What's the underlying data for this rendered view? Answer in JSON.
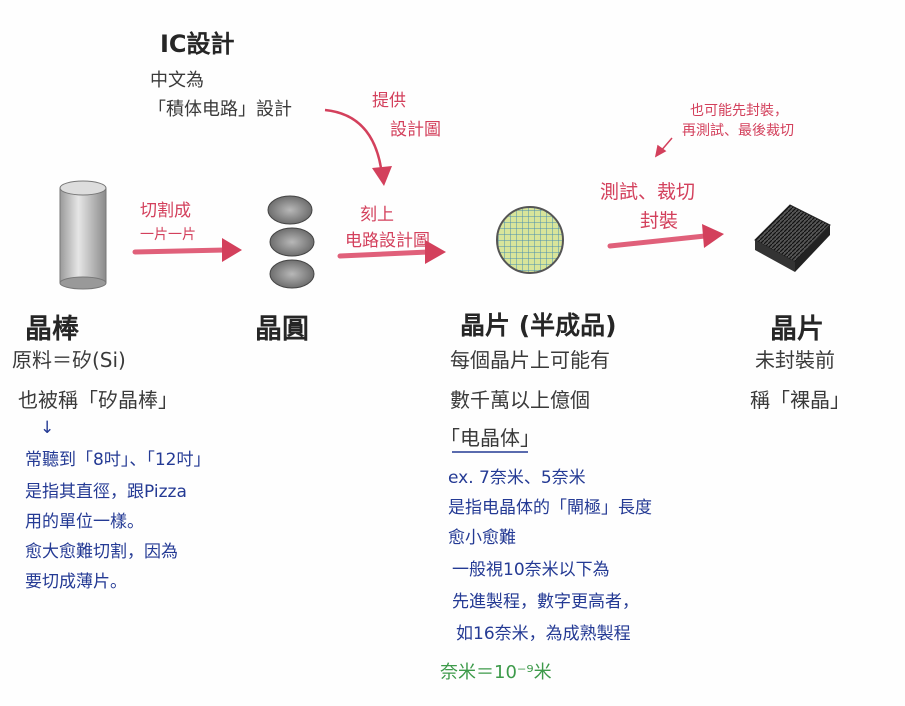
{
  "ic_design": {
    "title": "IC設計",
    "lines": [
      "中文為",
      "「積体电路」設計"
    ],
    "provides": [
      "提供",
      "設計圖"
    ]
  },
  "steps": {
    "cut": [
      "切割成",
      "一片一片"
    ],
    "etch": [
      "刻上",
      "电路設計圖"
    ],
    "test": [
      "測試、裁切",
      "封裝"
    ],
    "alt_note": [
      "也可能先封裝，",
      "再測試、最後裁切"
    ]
  },
  "ingot": {
    "title": "晶棒",
    "notes": [
      "原料＝矽(Si)",
      "也被稱「矽晶棒」"
    ],
    "arrow": "↓",
    "details": [
      "常聽到「8吋」、「12吋」",
      "是指其直徑，跟Pizza",
      "用的單位一樣。",
      "愈大愈難切割，因為",
      "要切成薄片。"
    ]
  },
  "wafer": {
    "title": "晶圓"
  },
  "chip_semi": {
    "title": "晶片 (半成品)",
    "notes": [
      "每個晶片上可能有",
      "數千萬以上億個",
      "「电晶体」"
    ],
    "details": [
      "ex. 7奈米、5奈米",
      "是指电晶体的「閘極」長度",
      "愈小愈難",
      "一般視10奈米以下為",
      "先進製程，數字更高者，",
      "如16奈米，為成熟製程"
    ],
    "unit_note": "奈米＝10⁻⁹米"
  },
  "chip_final": {
    "title": "晶片",
    "notes": [
      "未封裝前",
      "稱「裸晶」"
    ]
  },
  "colors": {
    "heading": "#262626",
    "blue": "#243a94",
    "red": "#d3405c",
    "green": "#3d9a4a"
  }
}
